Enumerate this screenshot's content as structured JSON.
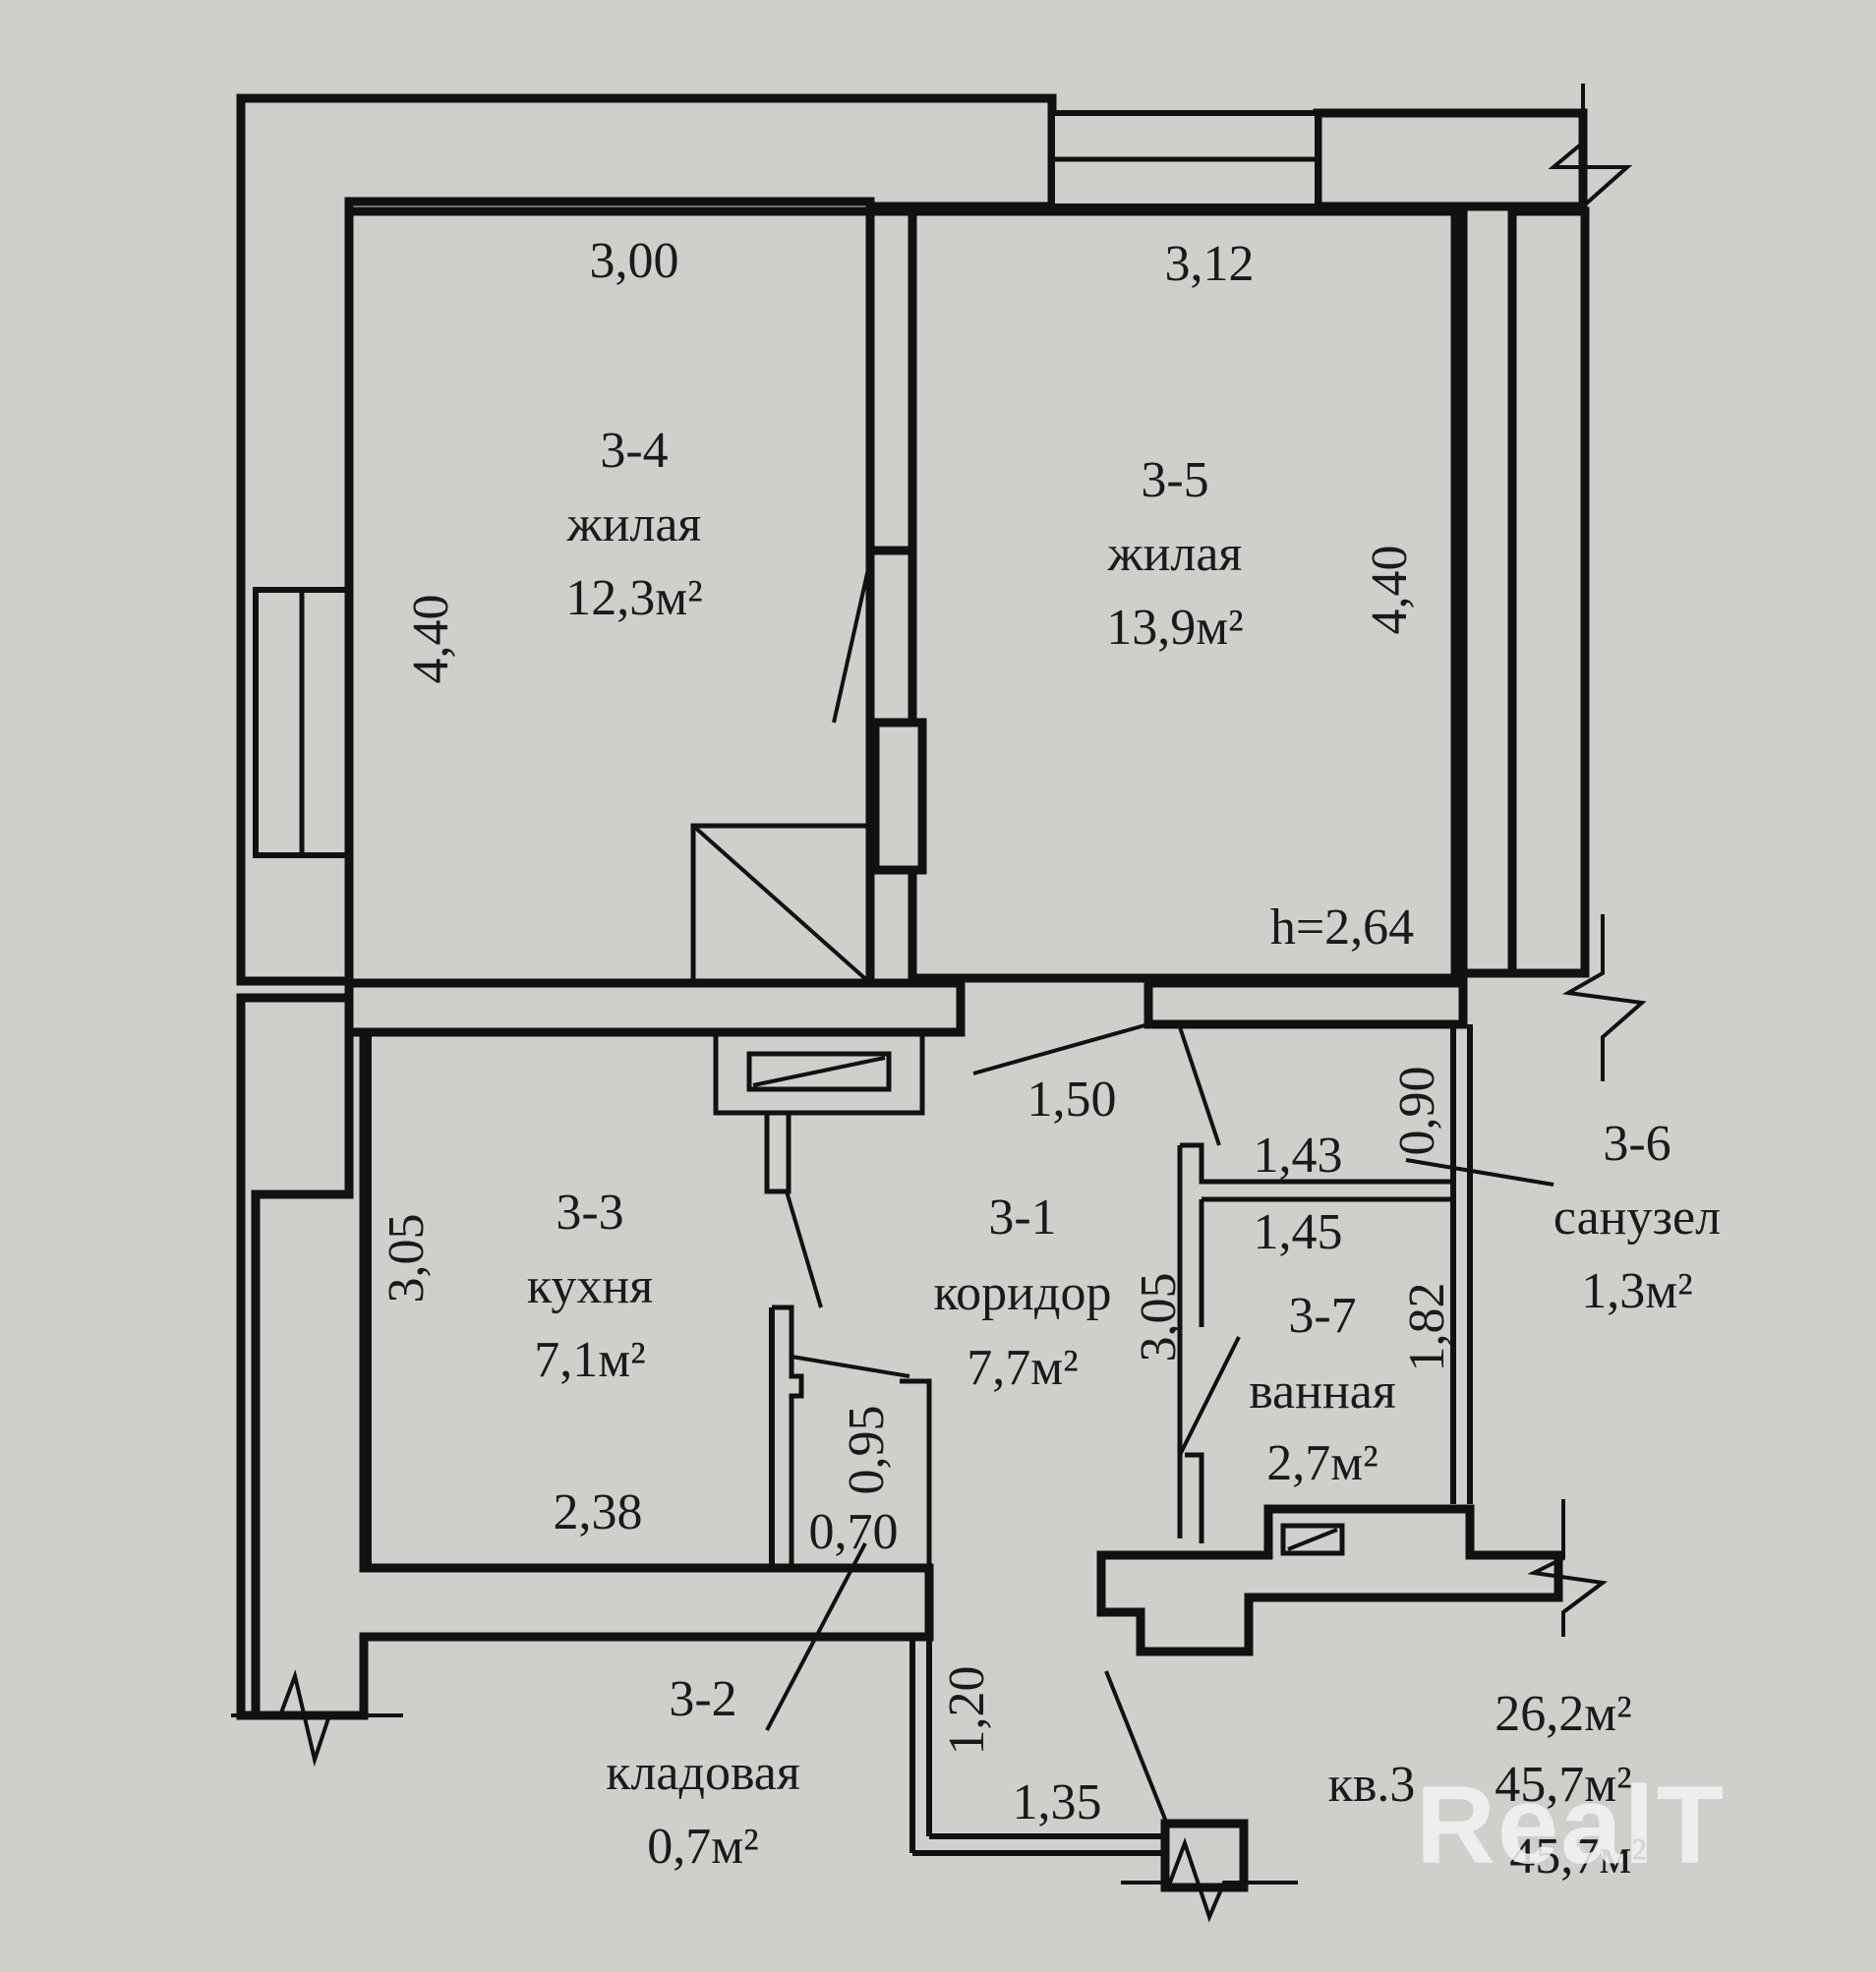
{
  "plan": {
    "apartment": "кв.3",
    "height": "h=2,64",
    "living_area": "26,2м²",
    "total_area": "45,7м²",
    "total_area_2": "45,7м²",
    "watermark": "RealT"
  },
  "rooms": {
    "r34": {
      "code": "3-4",
      "name": "жилая",
      "area": "12,3м²"
    },
    "r35": {
      "code": "3-5",
      "name": "жилая",
      "area": "13,9м²"
    },
    "r33": {
      "code": "3-3",
      "name": "кухня",
      "area": "7,1м²"
    },
    "r31": {
      "code": "3-1",
      "name": "коридор",
      "area": "7,7м²"
    },
    "r36": {
      "code": "3-6",
      "name": "санузел",
      "area": "1,3м²"
    },
    "r37": {
      "code": "3-7",
      "name": "ванная",
      "area": "2,7м²"
    },
    "r32": {
      "code": "3-2",
      "name": "кладовая",
      "area": "0,7м²"
    }
  },
  "dims": {
    "r34_width": "3,00",
    "r34_height": "4,40",
    "r35_width": "3,12",
    "r35_height": "4,40",
    "door_150": "1,50",
    "wc_width": "1,43",
    "wc_depth": "0,90",
    "bath_width": "1,45",
    "bath_depth": "1,82",
    "hall_305": "3,05",
    "kitchen_height": "3,05",
    "kitchen_width": "2,38",
    "pantry_depth": "0,95",
    "pantry_width": "0,70",
    "entry_depth": "1,20",
    "entry_width": "1,35"
  }
}
